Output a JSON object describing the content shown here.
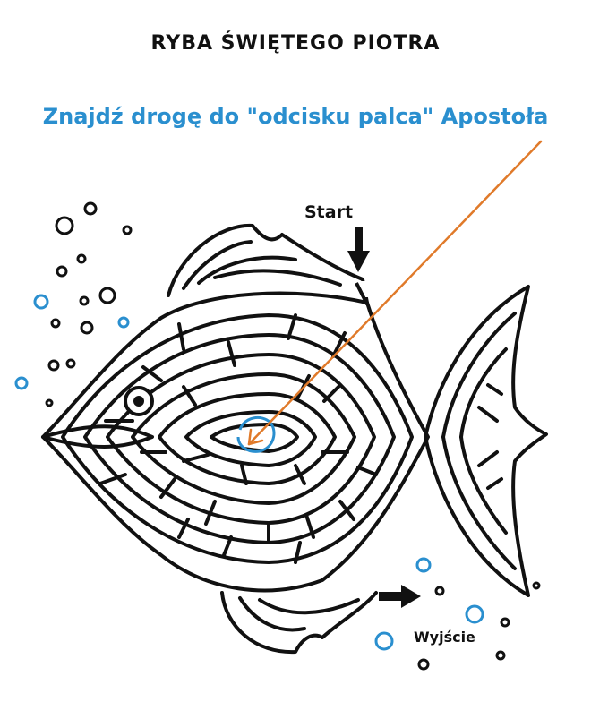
{
  "title": "RYBA ŚWIĘTEGO PIOTRA",
  "subtitle": "Znajdź drogę do \"odcisku palca\" Apostoła",
  "start_label": "Start",
  "exit_label": "Wyjście",
  "colors": {
    "accent_blue": "#2a8fcf",
    "arrow_orange": "#e07a2a",
    "ink": "#111111",
    "background": "#ffffff"
  }
}
